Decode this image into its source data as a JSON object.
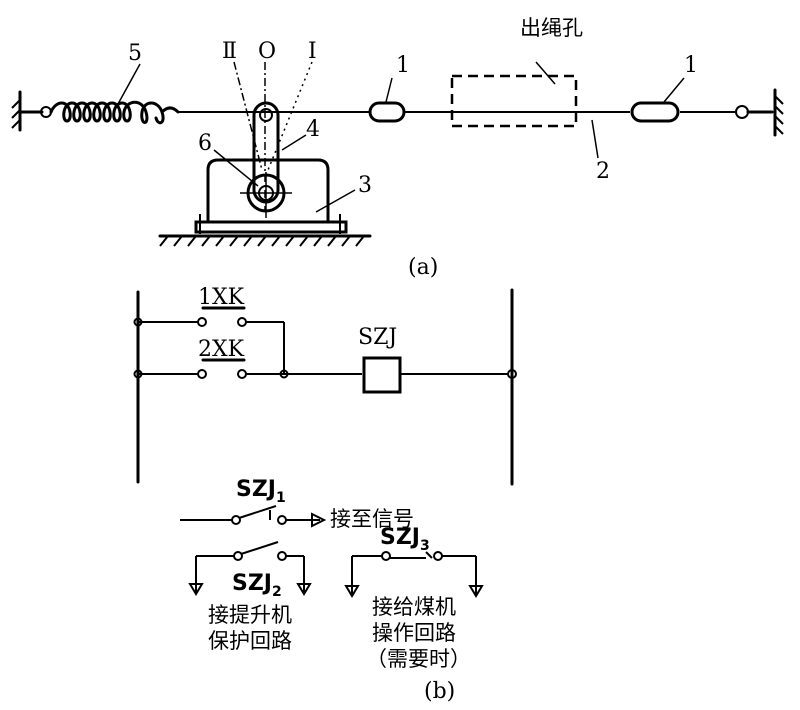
{
  "figure_a": {
    "label_1_left": "1",
    "label_1_right": "1",
    "label_2": "2",
    "label_3": "3",
    "label_4": "4",
    "label_5": "5",
    "label_6": "6",
    "label_II": "Ⅱ",
    "label_O": "O",
    "label_I": "Ⅰ",
    "rope_hole": "出绳孔",
    "caption": "(a)"
  },
  "figure_b": {
    "switch_1xk": "1XK",
    "switch_2xk": "2XK",
    "relay": "SZJ",
    "contact_1": "SZJ",
    "contact_1_sub": "1",
    "signal_text": "接至信号",
    "contact_2": "SZJ",
    "contact_2_sub": "2",
    "contact_3": "SZJ",
    "contact_3_sub": "3",
    "hoist_line1": "接提升机",
    "hoist_line2": "保护回路",
    "feeder_line1": "接给煤机",
    "feeder_line2": "操作回路",
    "feeder_line3": "（需要时）",
    "caption": "(b)"
  }
}
